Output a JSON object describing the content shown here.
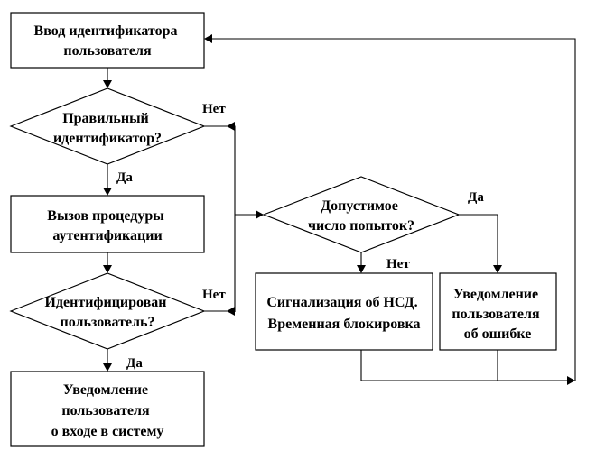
{
  "nodes": {
    "enter_id": [
      "Ввод идентификатора",
      "пользователя"
    ],
    "check_id": [
      "Правильный",
      "идентификатор?"
    ],
    "call_auth": [
      "Вызов процедуры",
      "аутентификации"
    ],
    "is_identified": [
      "Идентифицирован",
      "пользователь?"
    ],
    "notify_login": [
      "Уведомление",
      "пользователя",
      "о входе в систему"
    ],
    "attempts": [
      "Допустимое",
      "число попыток?"
    ],
    "alarm": [
      "Сигнализация об НСД.",
      "Временная блокировка"
    ],
    "notify_error": [
      "Уведомление",
      "пользователя",
      "об ошибке"
    ]
  },
  "edge_labels": {
    "check_id_no": "Нет",
    "check_id_yes": "Да",
    "is_identified_no": "Нет",
    "is_identified_yes": "Да",
    "attempts_yes": "Да",
    "attempts_no": "Нет"
  }
}
